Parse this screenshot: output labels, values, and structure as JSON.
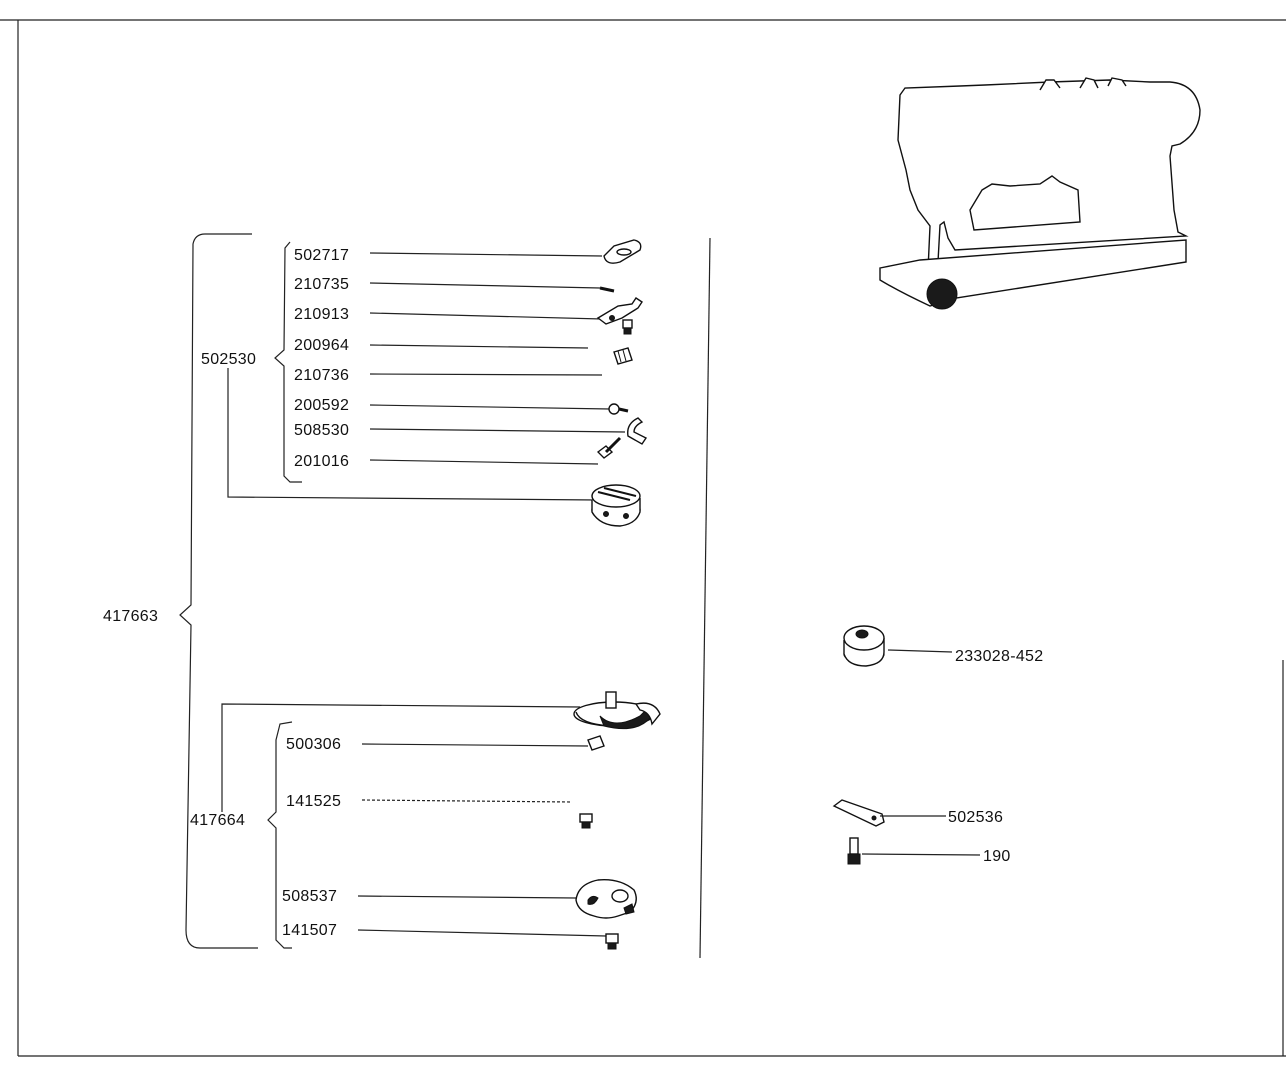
{
  "assembly": {
    "main": "417663",
    "sub_top": "502530",
    "sub_bottom": "417664"
  },
  "parts_top": [
    "502717",
    "210735",
    "210913",
    "200964",
    "210736",
    "200592",
    "508530",
    "201016"
  ],
  "parts_bottom": [
    "500306",
    "141525",
    "508537",
    "141507"
  ],
  "parts_right": {
    "bobbin": "233028-452",
    "plate": "502536",
    "screw": "190"
  }
}
